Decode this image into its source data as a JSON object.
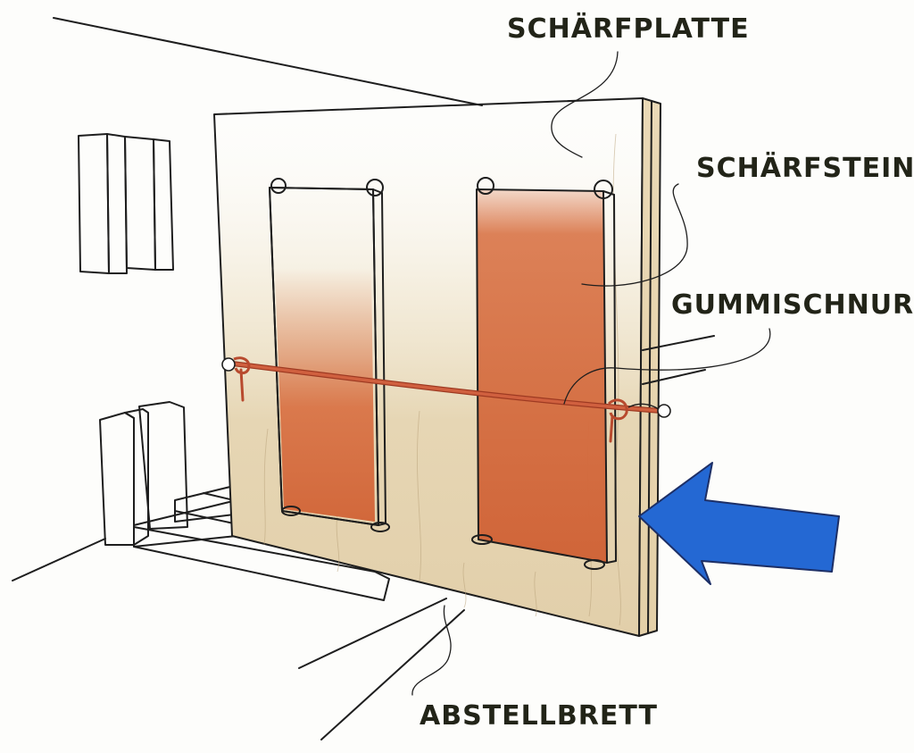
{
  "labels": {
    "sharpening_plate": "SCHÄRFPLATTE",
    "sharpening_stone": "SCHÄRFSTEIN",
    "rubber_cord": "GUMMISCHNUR",
    "storage_board": "ABSTELLBRETT"
  },
  "colors": {
    "wood": "#e6d6b4",
    "stone": "#d97447",
    "cord": "#c7563a",
    "arrow": "#2468d3",
    "ink": "#1e1e1e",
    "paper": "#fdfdfb"
  },
  "icons": {
    "direction_arrow": "arrow-left-icon"
  }
}
